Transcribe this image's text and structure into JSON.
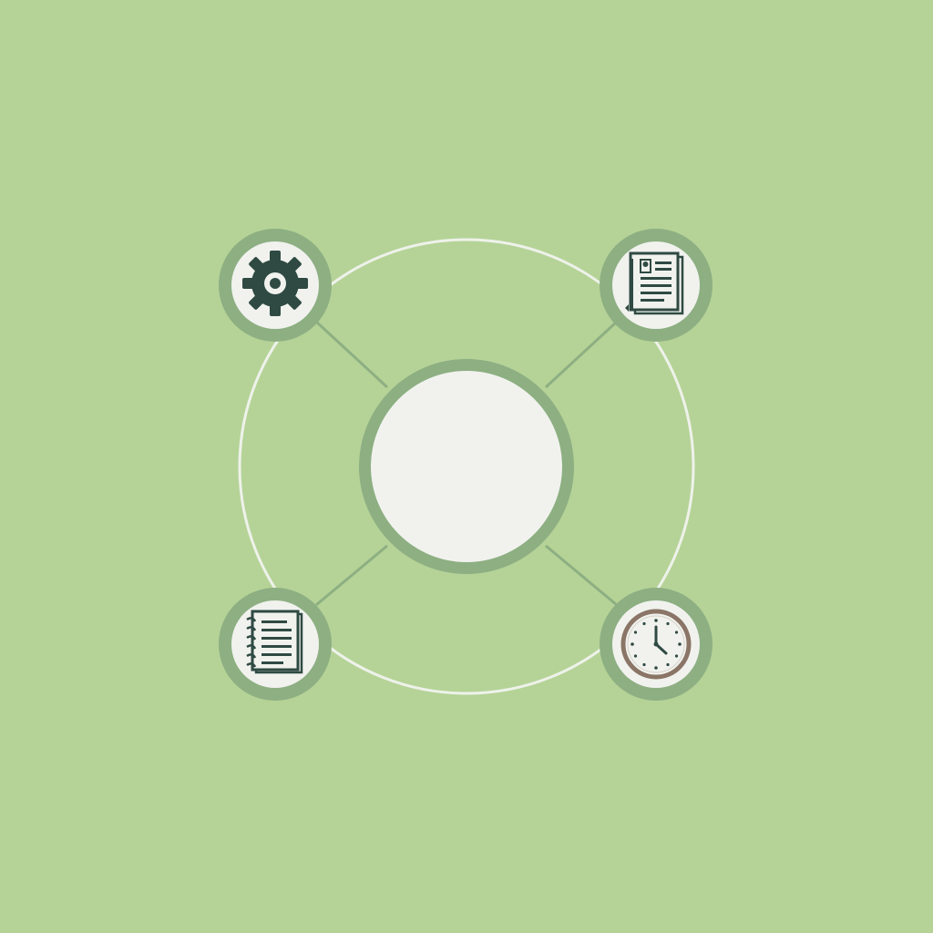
{
  "colors": {
    "background": "#b5d397",
    "ring_outline": "#eef2ea",
    "node_ring": "#8daf82",
    "node_fill": "#f1f2ee",
    "connector": "#8daf82",
    "icon_dark": "#2f4a43",
    "clock_rim": "#8a7566"
  },
  "diagram": {
    "center_node": {
      "icon": "none",
      "label": ""
    },
    "nodes": [
      {
        "id": "settings",
        "icon": "gear-icon"
      },
      {
        "id": "document",
        "icon": "document-icon"
      },
      {
        "id": "notebook",
        "icon": "notebook-icon"
      },
      {
        "id": "clock",
        "icon": "clock-icon"
      }
    ]
  }
}
